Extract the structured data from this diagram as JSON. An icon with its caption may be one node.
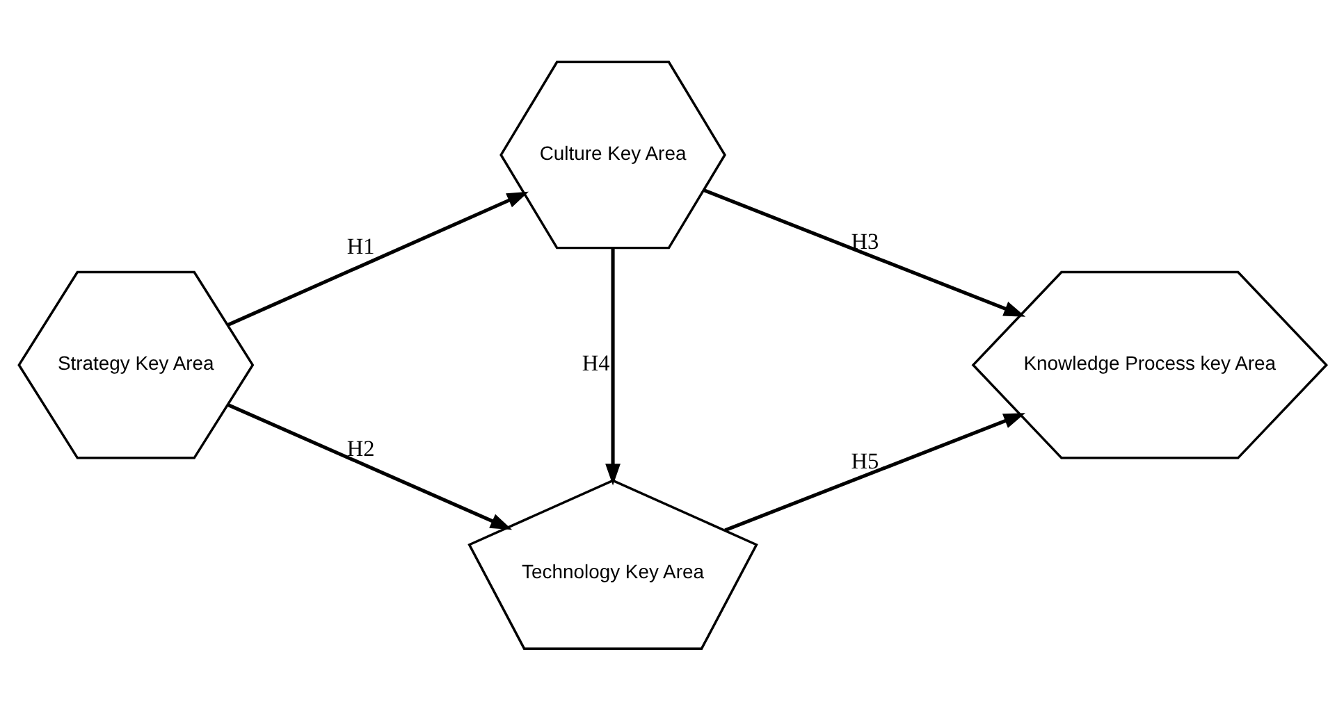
{
  "diagram": {
    "nodes": [
      {
        "text": [
          "Strategy Key Area"
        ]
      },
      {
        "text": [
          "Culture Key Area"
        ]
      },
      {
        "text": [
          "Technology Key Area"
        ]
      },
      {
        "text": [
          "Knowledge Process key Area"
        ]
      }
    ],
    "edges": [
      {
        "from": 0,
        "to": 1,
        "arrow": "to",
        "label": "H1"
      },
      {
        "from": 0,
        "to": 2,
        "arrow": "to",
        "label": "H2"
      },
      {
        "from": 1,
        "to": 3,
        "arrow": "to",
        "label": "H3"
      },
      {
        "from": 1,
        "to": 2,
        "arrow": "to",
        "label": "H4"
      },
      {
        "from": 2,
        "to": 3,
        "arrow": "to",
        "label": "H5"
      }
    ]
  }
}
